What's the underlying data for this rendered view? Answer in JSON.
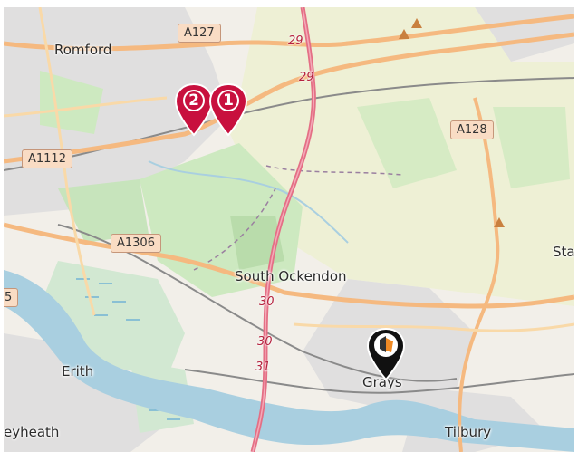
{
  "places": {
    "romford": "Romford",
    "south_ockendon": "South Ockendon",
    "erith": "Erith",
    "grays": "Grays",
    "tilbury": "Tilbury",
    "bexleyheath": "eyheath",
    "stanford": "Sta"
  },
  "roads": {
    "a127": "A127",
    "a128": "A128",
    "a1112": "A1112",
    "a1306": "A1306",
    "edge": "5"
  },
  "junctions": {
    "j29a": "29",
    "j29b": "29",
    "j30a": "30",
    "j30b": "30",
    "j31": "31"
  },
  "markers": {
    "pin1": "1",
    "pin2": "2"
  },
  "colors": {
    "marker_red": "#c8103e",
    "marker_black": "#111111",
    "motorway": "#e46f85",
    "river": "#a9cfe0"
  }
}
